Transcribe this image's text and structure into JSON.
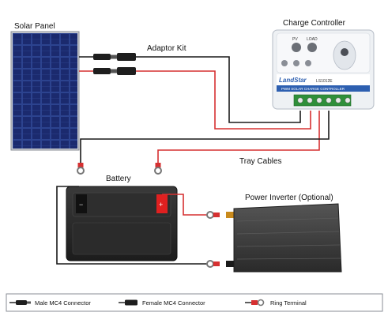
{
  "labels": {
    "solar_panel": "Solar Panel",
    "charge_controller": "Charge Controller",
    "adaptor_kit": "Adaptor Kit",
    "tray_cables": "Tray Cables",
    "battery": "Battery",
    "power_inverter": "Power Inverter (Optional)"
  },
  "controller": {
    "brand": "LandStar",
    "model": "LS1012E",
    "subtitle": "PWM  SOLAR CHARGE CONTROLLER",
    "pv_label": "PV",
    "load_label": "LOAD"
  },
  "legend": {
    "male": "Male MC4 Connector",
    "female": "Female MC4 Connector",
    "ring": "Ring Terminal"
  },
  "colors": {
    "positive_wire": "#d63031",
    "negative_wire": "#1a1a1a",
    "panel_cell": "#1b2a6e",
    "controller_body": "#eef1f4",
    "controller_band": "#2d5fb0",
    "terminal_green": "#2f8f3a",
    "battery_case": "#2a2a2a",
    "inverter_body": "#3a3a3a"
  }
}
